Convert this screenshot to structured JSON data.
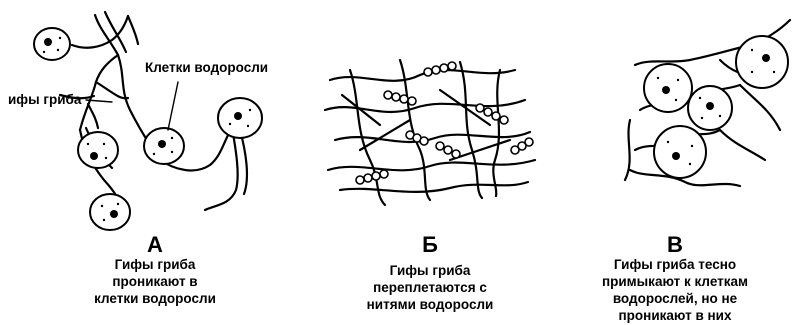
{
  "panels": [
    {
      "letter": "А",
      "caption": [
        "Гифы гриба",
        "проникают в",
        "клетки водоросли"
      ],
      "labels": {
        "hyphae": "ифы гриба",
        "algal_cells": "Клетки водоросли"
      }
    },
    {
      "letter": "Б",
      "caption": [
        "Гифы гриба",
        "переплетаются с",
        "нитями водоросли"
      ]
    },
    {
      "letter": "В",
      "caption": [
        "Гифы гриба тесно",
        "примыкают к клеткам",
        "водорослей, но не",
        "проникают в них"
      ]
    }
  ]
}
